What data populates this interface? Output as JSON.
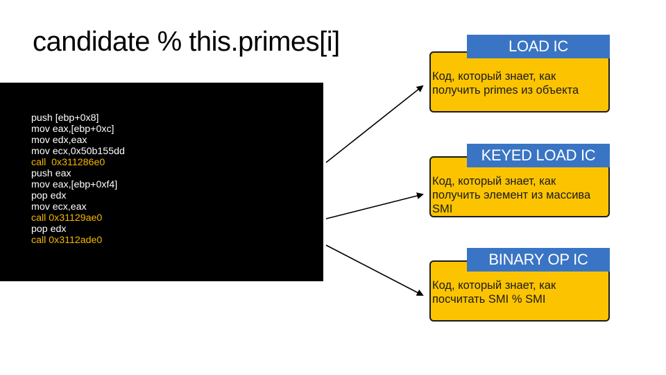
{
  "slide": {
    "title": "candidate % this.primes[i]"
  },
  "code": {
    "lines": [
      {
        "text": "push [ebp+0x8]",
        "highlight": false
      },
      {
        "text": "mov eax,[ebp+0xc]",
        "highlight": false
      },
      {
        "text": "mov edx,eax",
        "highlight": false
      },
      {
        "text": "mov ecx,0x50b155dd",
        "highlight": false
      },
      {
        "text": "call  0x311286e0",
        "highlight": true
      },
      {
        "text": "push eax",
        "highlight": false
      },
      {
        "text": "mov eax,[ebp+0xf4]",
        "highlight": false
      },
      {
        "text": "pop edx",
        "highlight": false
      },
      {
        "text": "mov ecx,eax",
        "highlight": false
      },
      {
        "text": "call 0x31129ae0",
        "highlight": true
      },
      {
        "text": "pop edx",
        "highlight": false
      },
      {
        "text": "call 0x3112ade0",
        "highlight": true
      }
    ]
  },
  "ic_boxes": [
    {
      "label": "LOAD IC",
      "description": "Код, который знает, как получить primes из объекта"
    },
    {
      "label": "KEYED LOAD IC",
      "description": "Код, который знает, как получить элемент из массива SMI"
    },
    {
      "label": "BINARY OP IC",
      "description": "Код, который знает, как посчитать SMI % SMI"
    }
  ],
  "colors": {
    "code_background": "#000000",
    "code_text": "#ffffff",
    "code_highlight": "#f5b800",
    "box_fill": "#fcc400",
    "label_fill": "#3a74c4",
    "label_text": "#ffffff"
  }
}
